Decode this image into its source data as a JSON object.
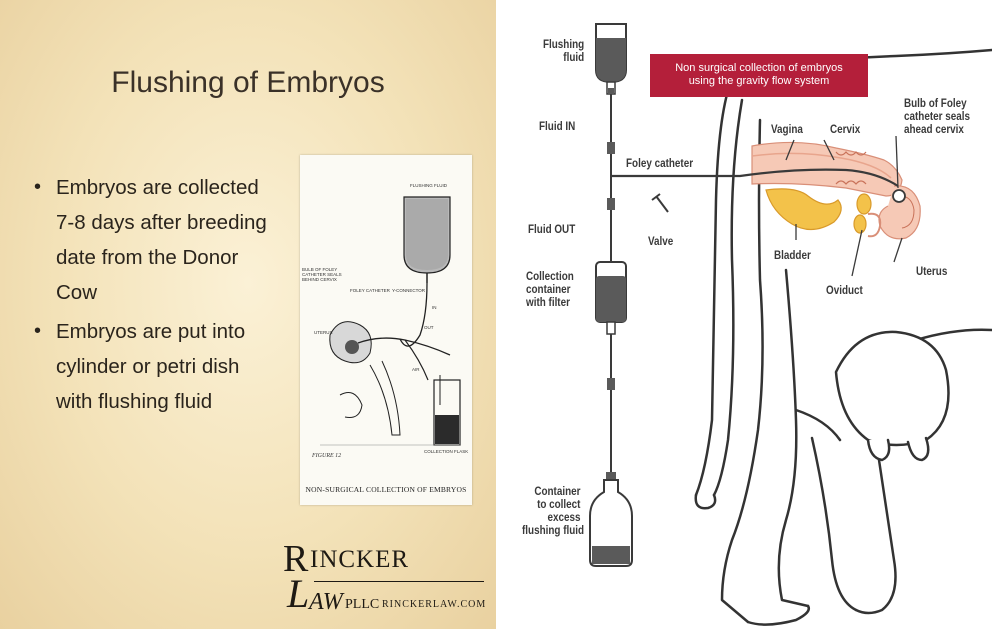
{
  "slide": {
    "title": "Flushing of Embryos",
    "bullets": [
      "Embryos are collected 7-8 days after breeding date from the Donor Cow",
      "Embryos are put into cylinder or petri dish with flushing fluid"
    ],
    "scan": {
      "labels": {
        "flushing_fluid": "FLUSHING FLUID",
        "bulb": "BULB OF FOLEY CATHETER SEALS BEHIND CERVIX",
        "foley": "FOLEY CATHETER",
        "y_connector": "Y-CONNECTOR",
        "in": "IN",
        "out": "OUT",
        "uterus": "UTERUS",
        "air": "AIR",
        "collection_flask": "COLLECTION FLASK"
      },
      "figure_label": "FIGURE 12",
      "caption": "NON-SURGICAL COLLECTION OF EMBRYOS"
    },
    "logo": {
      "r": "R",
      "incker": "INCKER",
      "l": "L",
      "aw": "AW",
      "plc": "PLLC",
      "url": "RINCKERLAW.COM"
    }
  },
  "diagram": {
    "banner": [
      "Non surgical collection of embryos",
      "using the gravity flow system"
    ],
    "labels": {
      "flushing_fluid": [
        "Flushing",
        "fluid"
      ],
      "fluid_in": "Fluid IN",
      "foley_catheter": "Foley catheter",
      "fluid_out": "Fluid OUT",
      "valve": "Valve",
      "collection_container": [
        "Collection",
        "container",
        "with filter"
      ],
      "container_excess": [
        "Container",
        "to collect",
        "excess",
        "flushing fluid"
      ],
      "vagina": "Vagina",
      "cervix": "Cervix",
      "bulb": [
        "Bulb of Foley",
        "catheter seals",
        "ahead cervix"
      ],
      "bladder": "Bladder",
      "uterus": "Uterus",
      "oviduct": "Oviduct"
    }
  },
  "colors": {
    "banner": "#b41f3a",
    "fluid": "#5a5a5a",
    "reproductive_tract": "#f2b9a3",
    "bladder": "#f3c24a",
    "slide_background": "#f3e2b8"
  }
}
